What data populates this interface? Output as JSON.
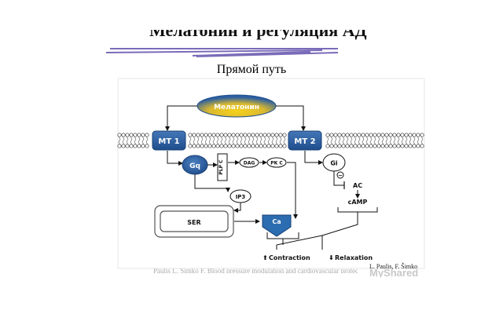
{
  "slide": {
    "title": "Мелатонин и регуляция АД",
    "subtitle": "Прямой путь",
    "caption": "Paulis L, Simko F. Blood pressure modulation and cardiovascular protection by melatonin...",
    "credit": "L. Paulis, F. Šimko",
    "watermark": "MyShared"
  },
  "diagram": {
    "melatonin": "Мелатонин",
    "mt1": "MT 1",
    "mt2": "MT 2",
    "gq": "Gq",
    "plpc": "PLP C",
    "dag": "DAG",
    "pkc": "PK C",
    "gi": "Gi",
    "minus": "−",
    "ac": "AC",
    "camp": "cAMP",
    "ip3": "IP3",
    "ser": "SER",
    "ca": "Ca",
    "contraction_arrow": "⬆",
    "contraction": "Contraction",
    "relaxation_arrow": "⬇",
    "relaxation": "Relaxation"
  },
  "colors": {
    "receptor": "#2c5fa0",
    "melatonin_top": "#2c5fa0",
    "melatonin_center": "#f4cc1a",
    "ca": "#2c6cb0",
    "title_lines": "#7a6bb8"
  }
}
